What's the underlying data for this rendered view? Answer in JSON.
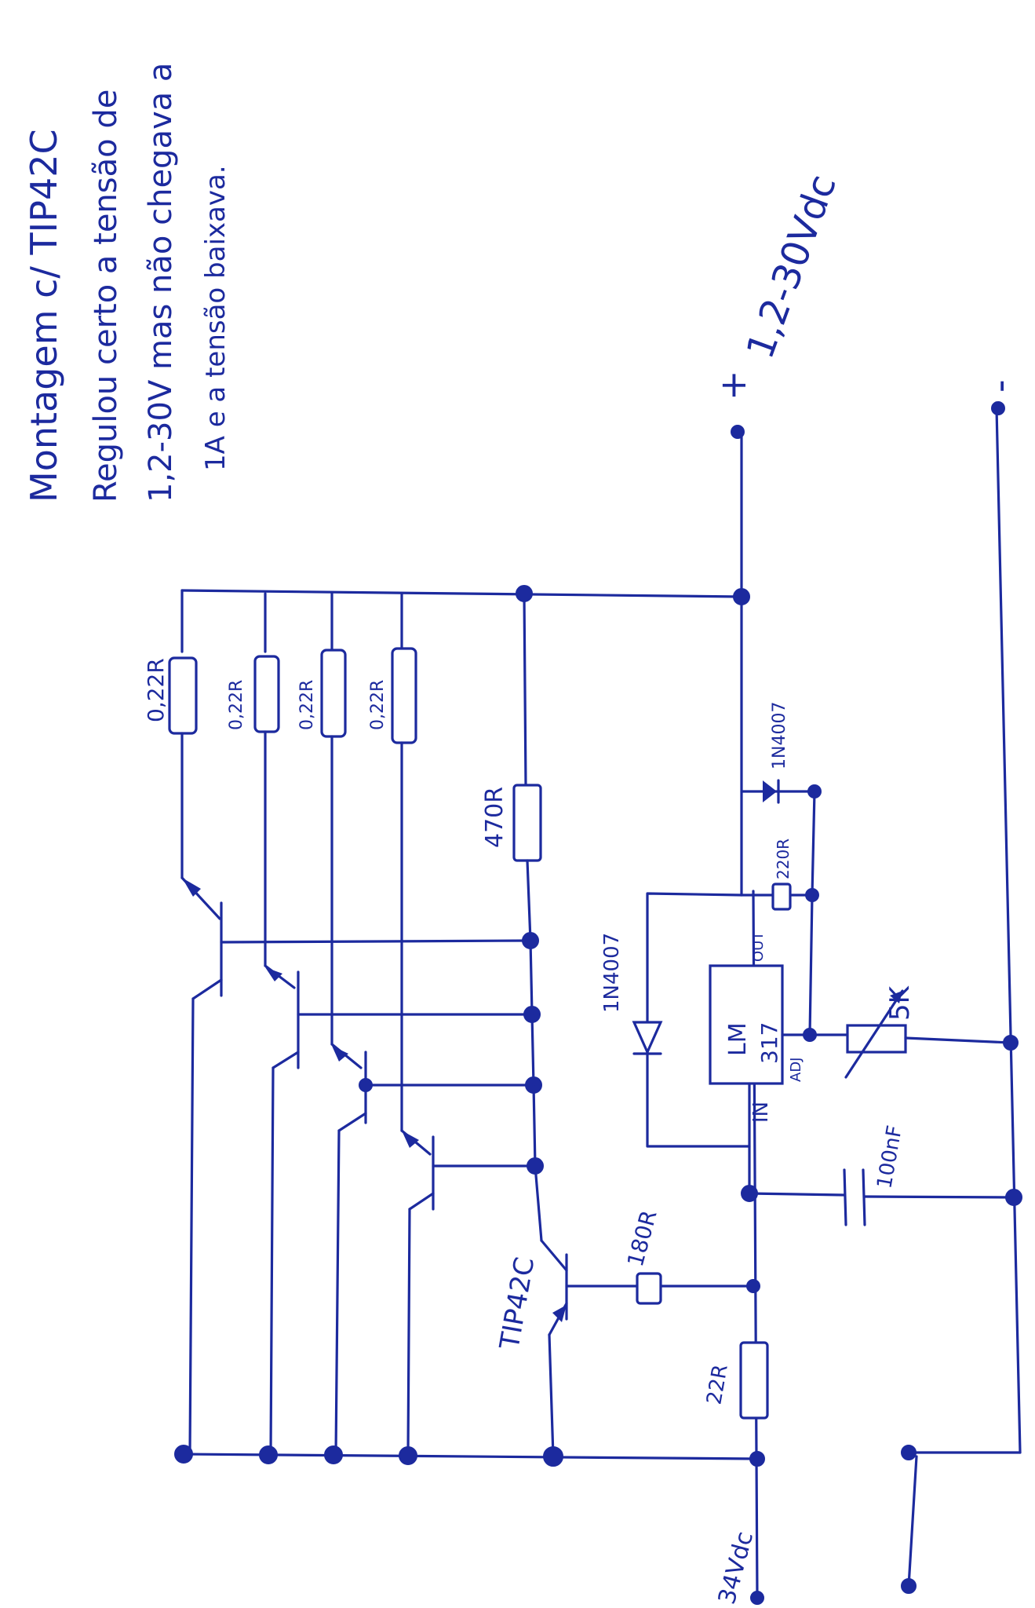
{
  "notes": {
    "line1": "Montagem c/ TIP42C",
    "line2": "Regulou certo a tensão de",
    "line3": "1,2-30V mas não chegava a",
    "line4": "1A e a tensão baixava."
  },
  "labels": {
    "output_range": "1,2-30Vdc",
    "plus": "+",
    "minus": "-",
    "input": "34Vdc",
    "r_emitter_1": "0,22R",
    "r_emitter_2": "0,22R",
    "r_emitter_3": "0,22R",
    "r_emitter_4": "0,22R",
    "r_470": "470R",
    "r_180": "180R",
    "r_22": "22R",
    "r_220": "220R",
    "diode_top": "1N4007",
    "diode_mid": "1N4007",
    "pot": "5K",
    "cap": "100nF",
    "regulator_name": "LM",
    "regulator_part": "317",
    "pin_in": "IN",
    "pin_out": "OUT",
    "pin_adj": "ADJ",
    "driver": "TIP42C"
  },
  "colors": {
    "ink": "#1c2a9e",
    "paper": "#ffffff"
  }
}
